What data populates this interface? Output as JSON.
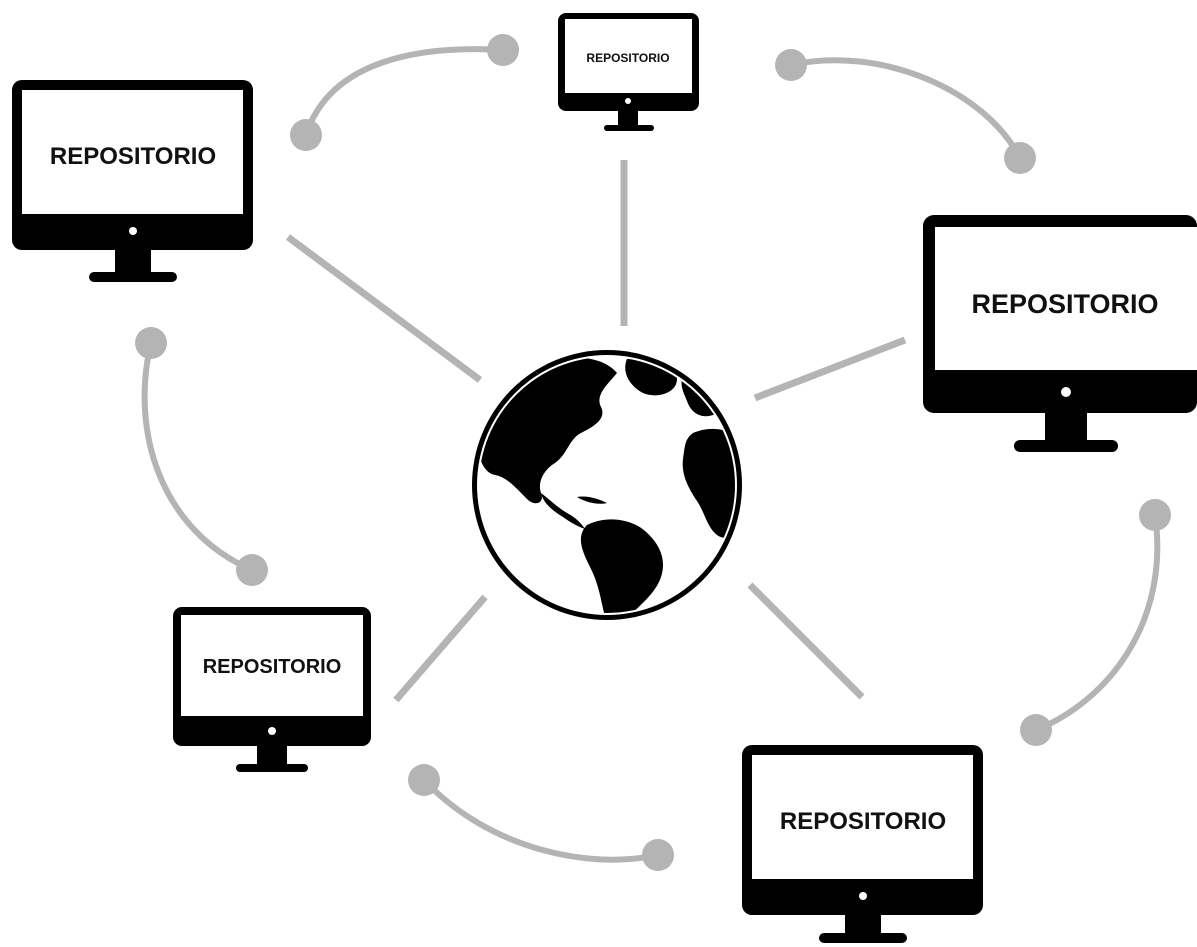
{
  "diagram": {
    "center_icon": "globe-icon",
    "node_icon": "monitor-icon",
    "colors": {
      "monitor": "#000000",
      "screen": "#ffffff",
      "connector": "#b4b4b4",
      "globe_land": "#000000"
    },
    "nodes": [
      {
        "id": "repo-top",
        "label": "REPOSITORIO"
      },
      {
        "id": "repo-top-left",
        "label": "REPOSITORIO"
      },
      {
        "id": "repo-right",
        "label": "REPOSITORIO"
      },
      {
        "id": "repo-bottom-left",
        "label": "REPOSITORIO"
      },
      {
        "id": "repo-bottom-right",
        "label": "REPOSITORIO"
      }
    ]
  }
}
